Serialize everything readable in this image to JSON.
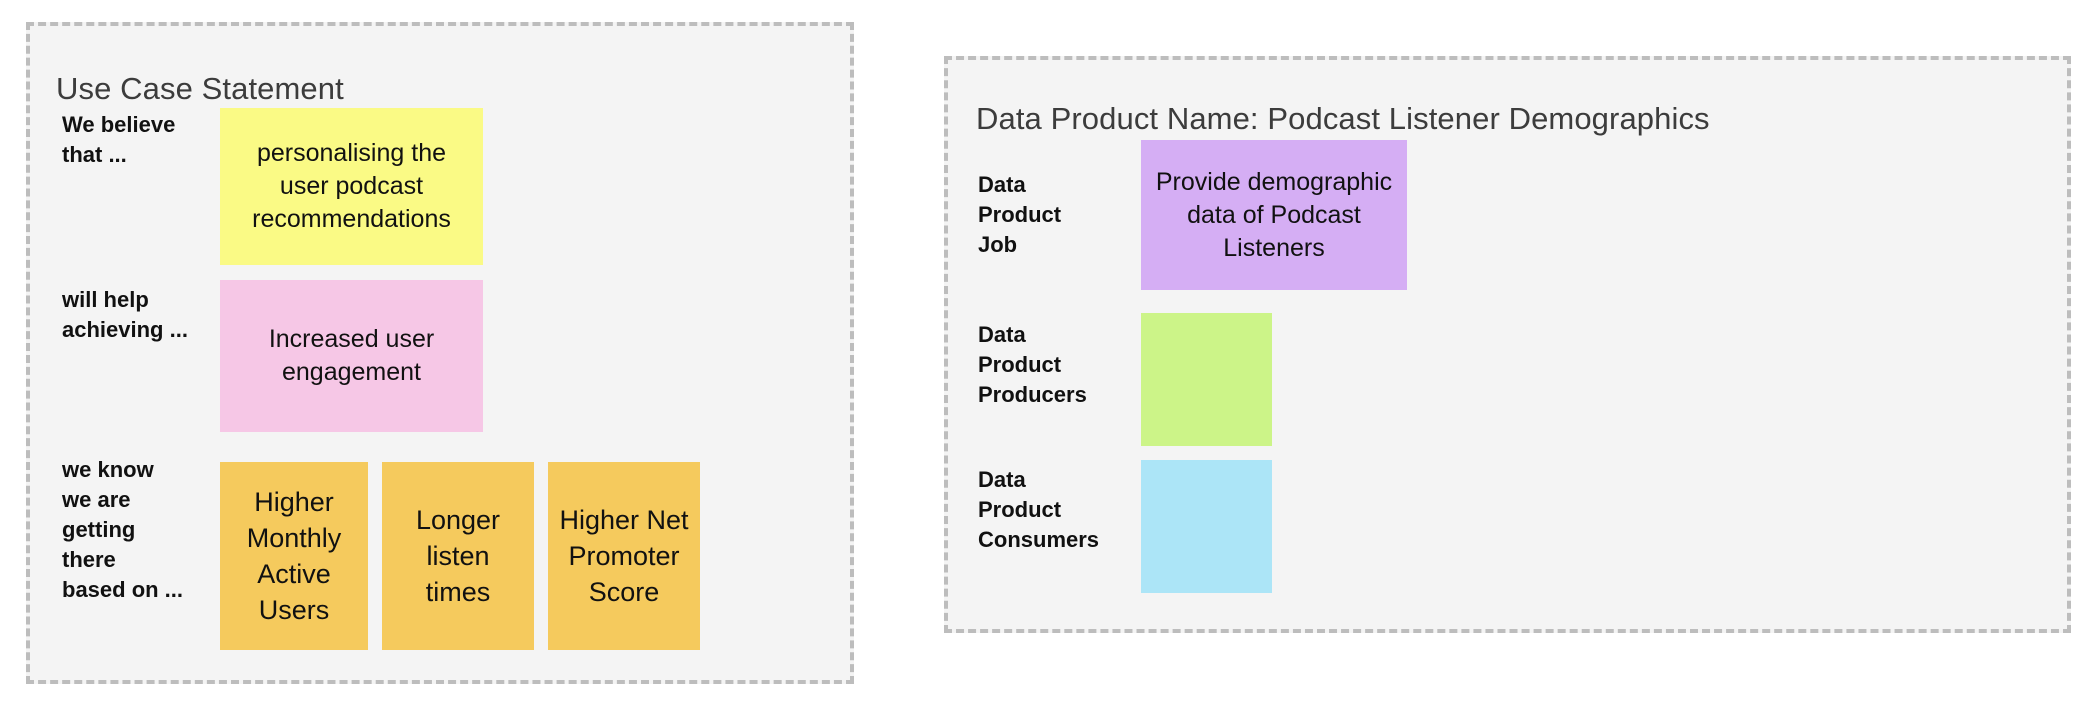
{
  "panels": {
    "use_case": {
      "title": "Use Case Statement",
      "rows": [
        {
          "label": "We believe\nthat ...",
          "notes": [
            {
              "text": "personalising the\nuser podcast\nrecommendations",
              "color": "#fafa85",
              "color_name": "yellow"
            }
          ]
        },
        {
          "label": "will help\nachieving ...",
          "notes": [
            {
              "text": "Increased user\nengagement",
              "color": "#f6c7e6",
              "color_name": "pink"
            }
          ]
        },
        {
          "label": "we know\nwe are\ngetting\nthere\nbased on ...",
          "notes": [
            {
              "text": "Higher\nMonthly\nActive\nUsers",
              "color": "#f5ca5d",
              "color_name": "orange"
            },
            {
              "text": "Longer\nlisten times",
              "color": "#f5ca5d",
              "color_name": "orange"
            },
            {
              "text": "Higher Net\nPromoter\nScore",
              "color": "#f5ca5d",
              "color_name": "orange"
            }
          ]
        }
      ]
    },
    "data_product": {
      "title": "Data Product Name: Podcast Listener Demographics",
      "rows": [
        {
          "label": "Data\nProduct\nJob",
          "notes": [
            {
              "text": "Provide demographic\ndata of Podcast\nListeners",
              "color": "#d5aef4",
              "color_name": "purple"
            }
          ]
        },
        {
          "label": "Data\nProduct\nProducers",
          "notes": [
            {
              "text": "",
              "color": "#ccf488",
              "color_name": "green"
            },
            {
              "text": "",
              "color": "#ccf488",
              "color_name": "green"
            },
            {
              "text": "",
              "color": "#ccf488",
              "color_name": "green"
            },
            {
              "text": "",
              "color": "#ccf488",
              "color_name": "green"
            },
            {
              "text": "",
              "color": "#ccf488",
              "color_name": "green"
            },
            {
              "text": "",
              "color": "#ccf488",
              "color_name": "green"
            }
          ]
        },
        {
          "label": "Data\nProduct\nConsumers",
          "notes": [
            {
              "text": "",
              "color": "#ace5f7",
              "color_name": "blue"
            },
            {
              "text": "",
              "color": "#ace5f7",
              "color_name": "blue"
            },
            {
              "text": "",
              "color": "#ace5f7",
              "color_name": "blue"
            },
            {
              "text": "",
              "color": "#ace5f7",
              "color_name": "blue"
            },
            {
              "text": "",
              "color": "#ace5f7",
              "color_name": "blue"
            },
            {
              "text": "",
              "color": "#ace5f7",
              "color_name": "blue"
            }
          ]
        }
      ]
    }
  },
  "theme": {
    "panel_background": "#f4f4f4",
    "panel_border": "#bdbdbd",
    "page_background": "#ffffff",
    "title_color": "#3c3c3c",
    "text_color": "#111111"
  }
}
